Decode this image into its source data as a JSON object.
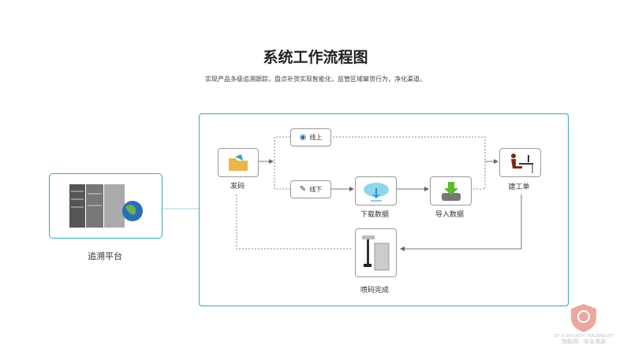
{
  "title": "系统工作流程图",
  "subtitle": "实现产品多级追溯跟踪，盘点补货实现智能化，监管区域窜货行为，净化渠道。",
  "platform": {
    "label": "追溯平台"
  },
  "nodes": {
    "issue_code": "发码",
    "online": "线上",
    "offline": "线下",
    "download": "下载数据",
    "import": "导入数据",
    "work_order": "建工单",
    "print_done": "喷码完成"
  },
  "watermark": {
    "en": "IOT & SECURITY TRACEABILITY",
    "cn": "物联网 · 安全溯源"
  },
  "colors": {
    "accent": "#3aa6b9",
    "watermark": "#d9534f"
  }
}
